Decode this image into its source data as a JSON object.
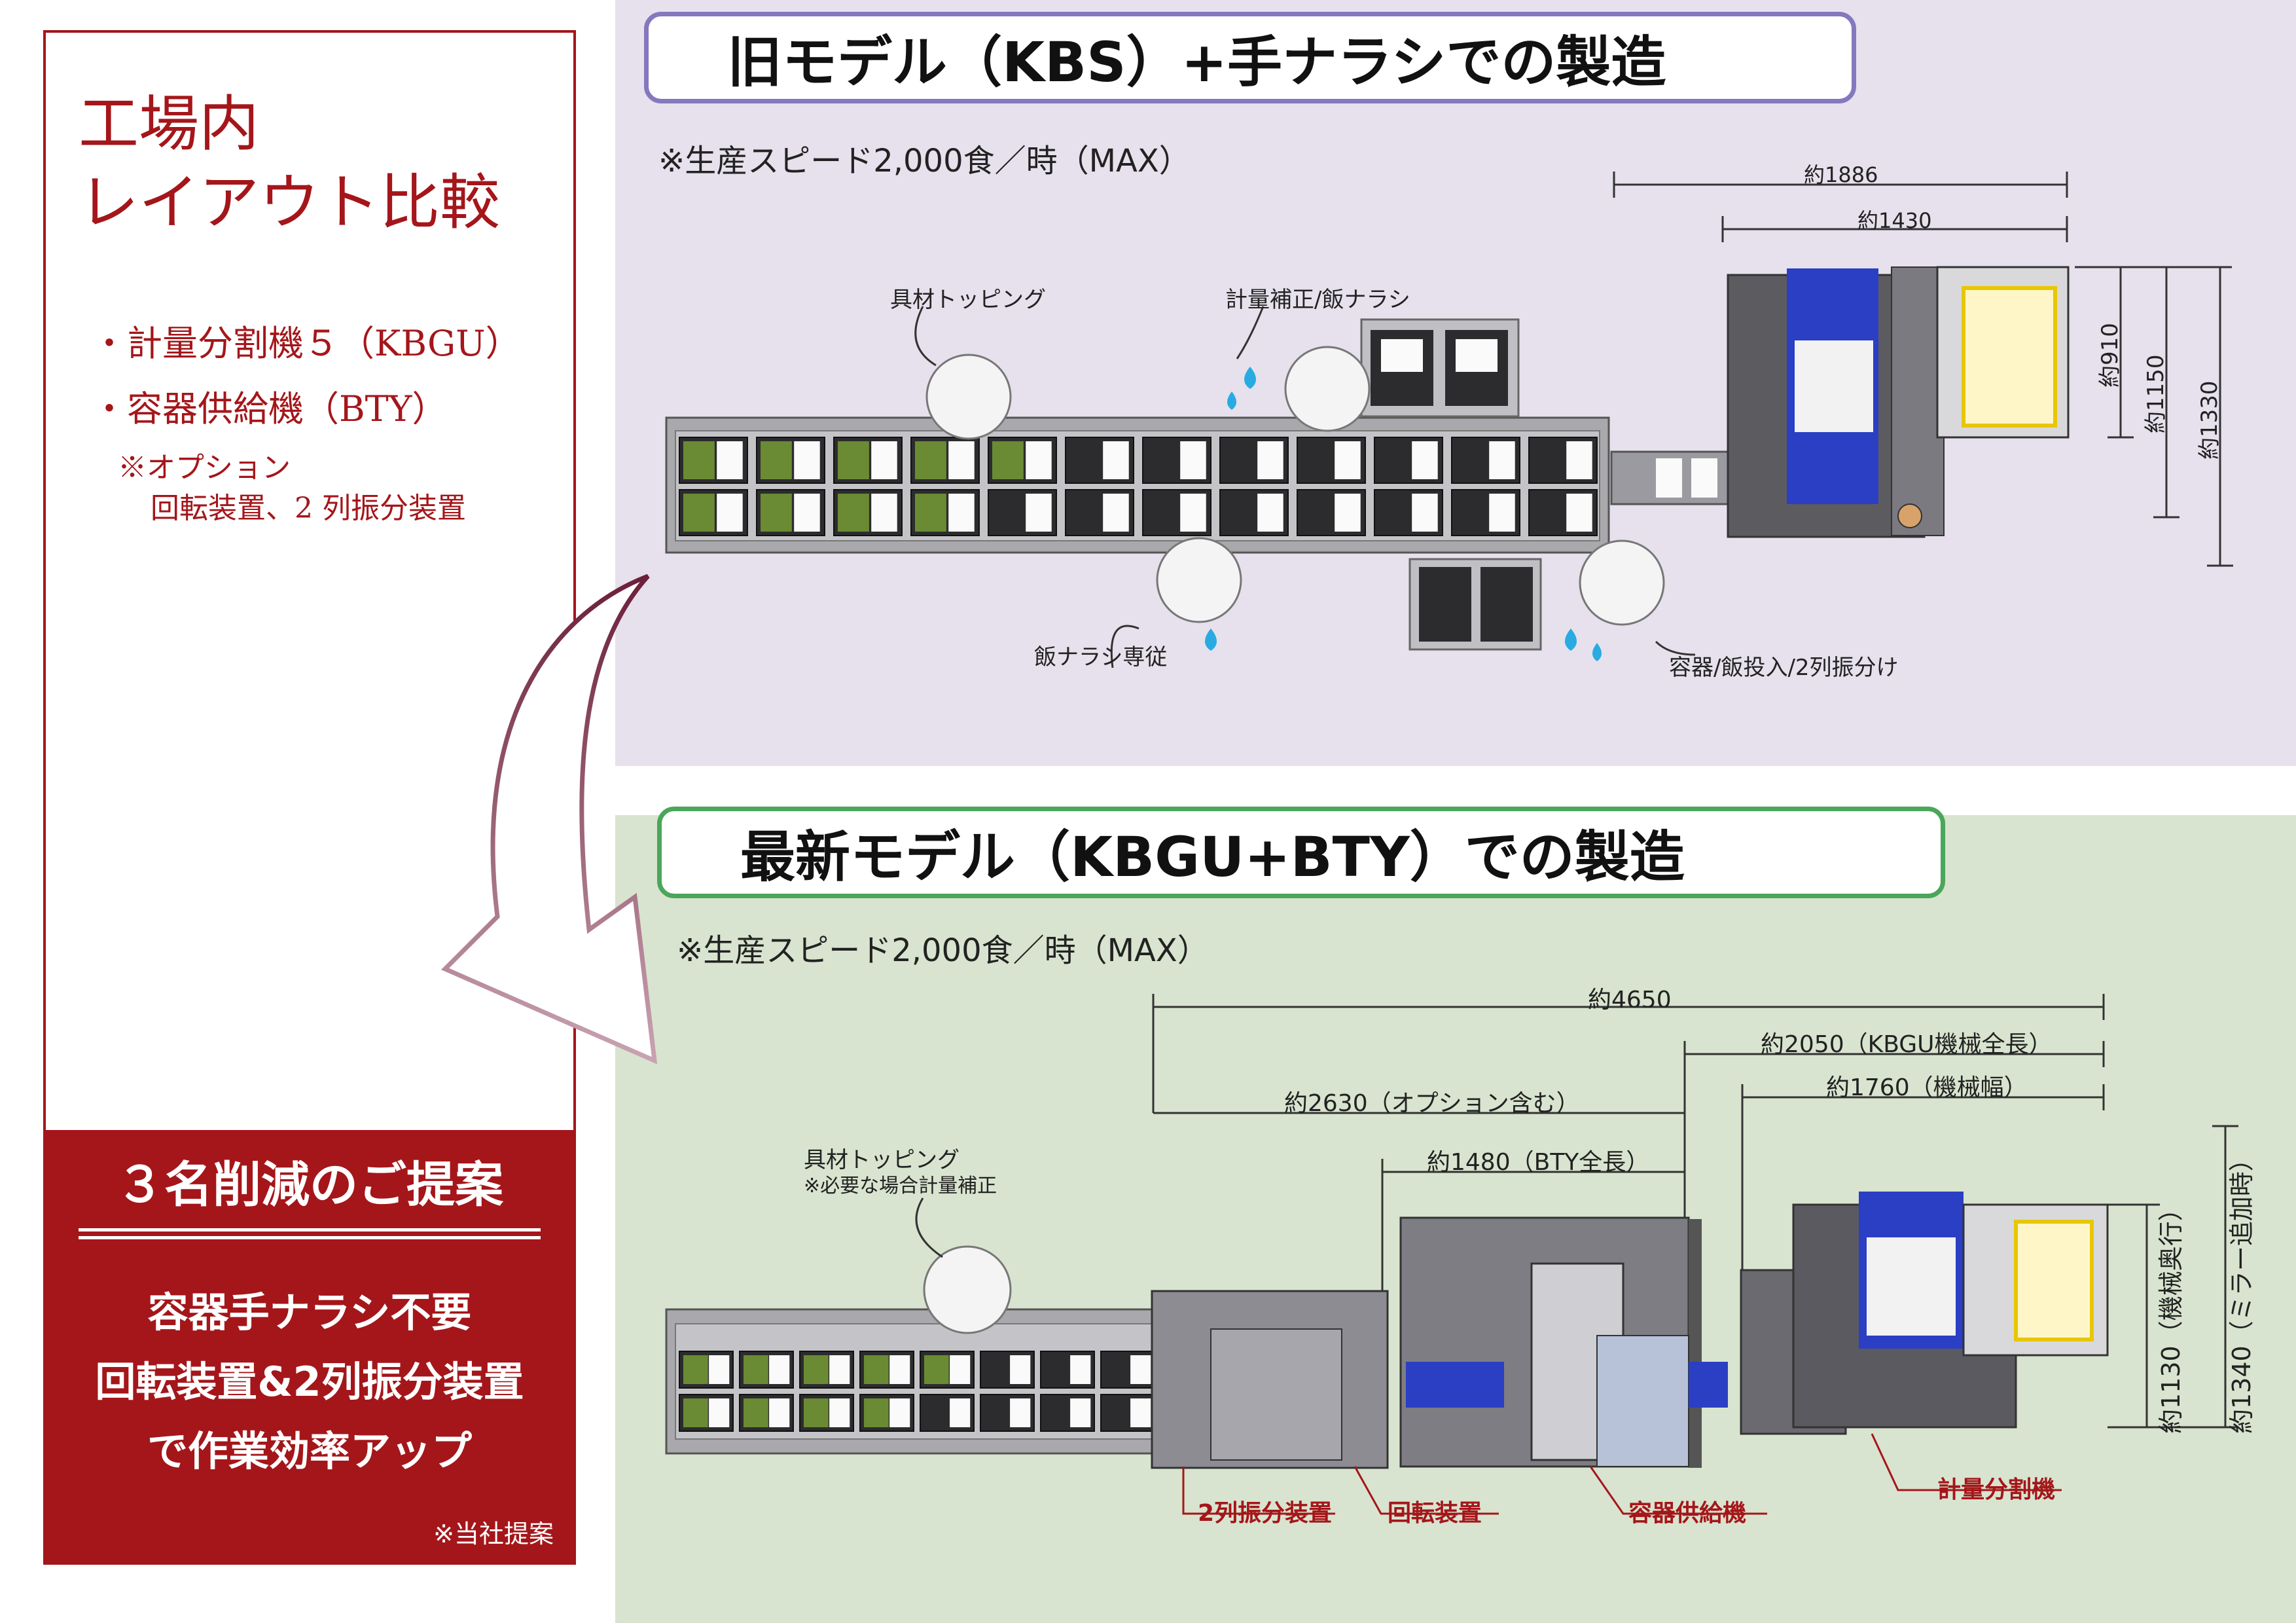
{
  "left": {
    "title": "工場内\nレイアウト比較",
    "features": [
      "・計量分割機５（KBGU）",
      "・容器供給機（BTY）"
    ],
    "option_heading": "※オプション",
    "option_items": "回転装置、2 列振分装置",
    "proposal": "３名削減のご提案",
    "benefits": [
      "容器手ナラシ不要",
      "回転装置&2列振分装置",
      "で作業効率アップ"
    ],
    "note": "※当社提案"
  },
  "top": {
    "title": "旧モデル（KBS）+手ナラシでの製造",
    "speed": "※生産スピード2,000食／時（MAX）",
    "labels": {
      "topping": "具材トッピング",
      "correction": "計量補正/飯ナラシ",
      "leveling": "飯ナラシ専従",
      "container": "容器/飯投入/2列振分け"
    },
    "dims": {
      "d1886": "約1886",
      "d1430": "約1430",
      "d910": "約910",
      "d1150": "約1150",
      "d1330": "約1330"
    }
  },
  "bottom": {
    "title": "最新モデル（KBGU+BTY）での製造",
    "speed": "※生産スピード2,000食／時（MAX）",
    "topping": "具材トッピング",
    "topping_note": "※必要な場合計量補正",
    "dims": {
      "d4650": "約4650",
      "d2050": "約2050（KBGU機械全長）",
      "d1760": "約1760（機械幅）",
      "d2630": "約2630（オプション含む）",
      "d1480": "約1480（BTY全長）",
      "d1130": "約1130（機械奥行）",
      "d1340": "約1340（ミラー追加時）"
    },
    "machines": {
      "splitter": "2列振分装置",
      "rotator": "回転装置",
      "container_feeder": "容器供給機",
      "weigher": "計量分割機"
    }
  },
  "colors": {
    "accent_red": "#a4161a",
    "top_bg": "#e6e1ec",
    "bottom_bg": "#d8e4cf",
    "top_border": "#8478be",
    "bottom_border": "#4ba65a",
    "water": "#29abe2",
    "machine_blue": "#2a3fc4"
  }
}
